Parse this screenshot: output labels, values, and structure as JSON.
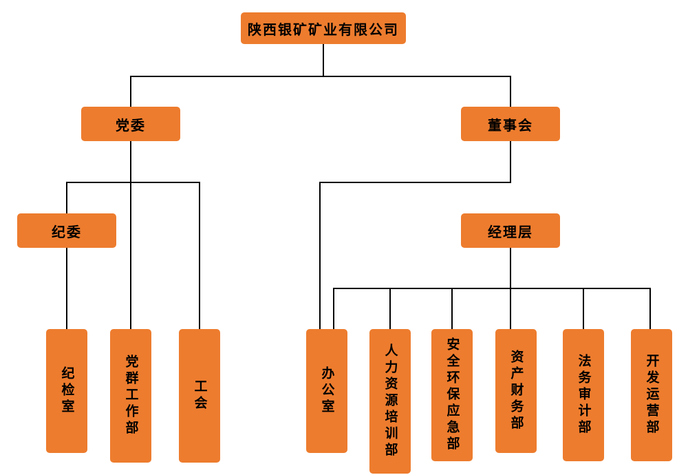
{
  "colors": {
    "node_fill": "#ED7C2E",
    "connector": "#000000",
    "text": "#000000",
    "background": "#FFFFFF"
  },
  "org_chart": {
    "root": {
      "label": "陕西银矿矿业有限公司"
    },
    "branches": [
      {
        "label": "党委",
        "children": [
          {
            "label": "纪委",
            "children": [
              {
                "label": "纪检室"
              }
            ]
          },
          {
            "label": "党群工作部"
          },
          {
            "label": "工会"
          }
        ]
      },
      {
        "label": "董事会",
        "children": [
          {
            "label": "经理层",
            "children": [
              {
                "label": "办公室"
              },
              {
                "label": "人力资源培训部"
              },
              {
                "label": "安全环保应急部"
              },
              {
                "label": "资产财务部"
              },
              {
                "label": "法务审计部"
              },
              {
                "label": "开发运营部"
              }
            ]
          }
        ]
      }
    ]
  }
}
